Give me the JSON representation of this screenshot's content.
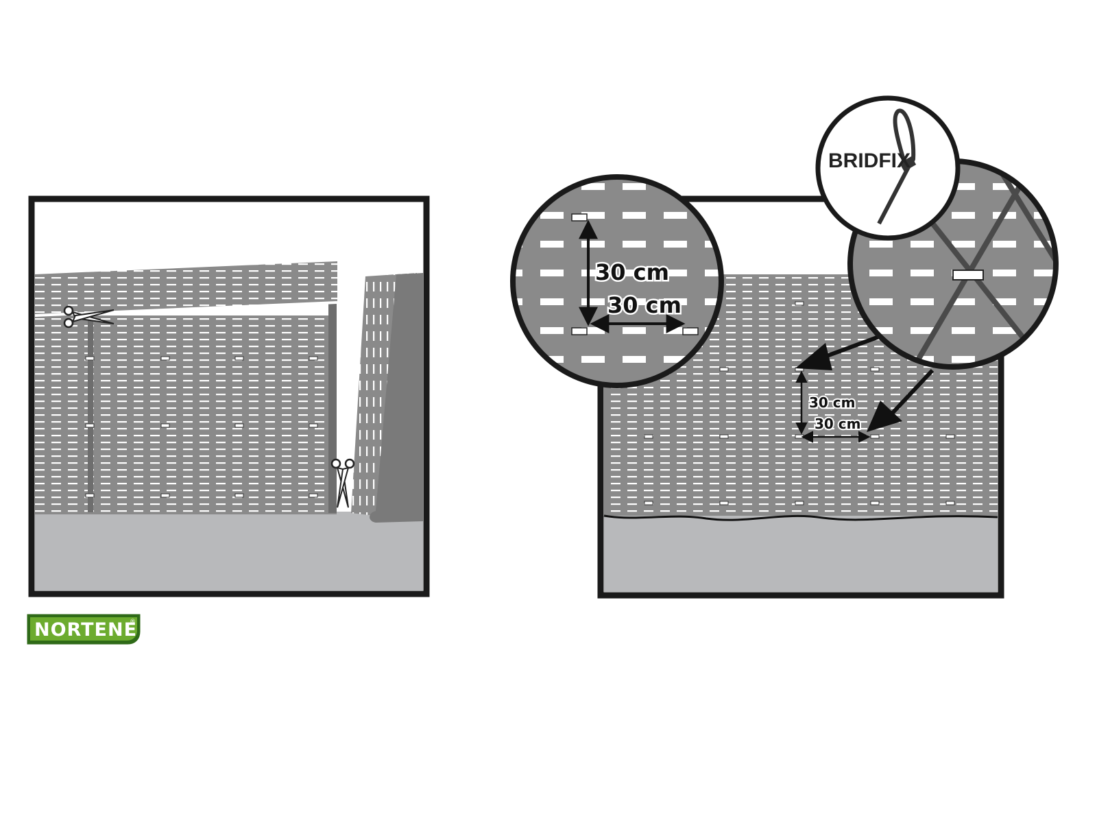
{
  "diagram": {
    "step1": {
      "title": "",
      "tools": [
        "scissors-icon",
        "scissors-icon"
      ]
    },
    "step2": {
      "zoom_left": {
        "vertical_label": "30 cm",
        "horizontal_label": "30 cm"
      },
      "zoom_right_tie_label": "BRIDFIX",
      "panel_vertical_label": "30 cm",
      "panel_horizontal_label": "30 cm"
    }
  },
  "logo": {
    "text": "NORTENE",
    "registered_mark": "®"
  },
  "colors": {
    "net_gray": "#8a8a8a",
    "ground_gray": "#b8b9bb",
    "frame_black": "#1a1a1a",
    "logo_green": "#6cab2e",
    "logo_dark_green": "#2f6a18"
  }
}
